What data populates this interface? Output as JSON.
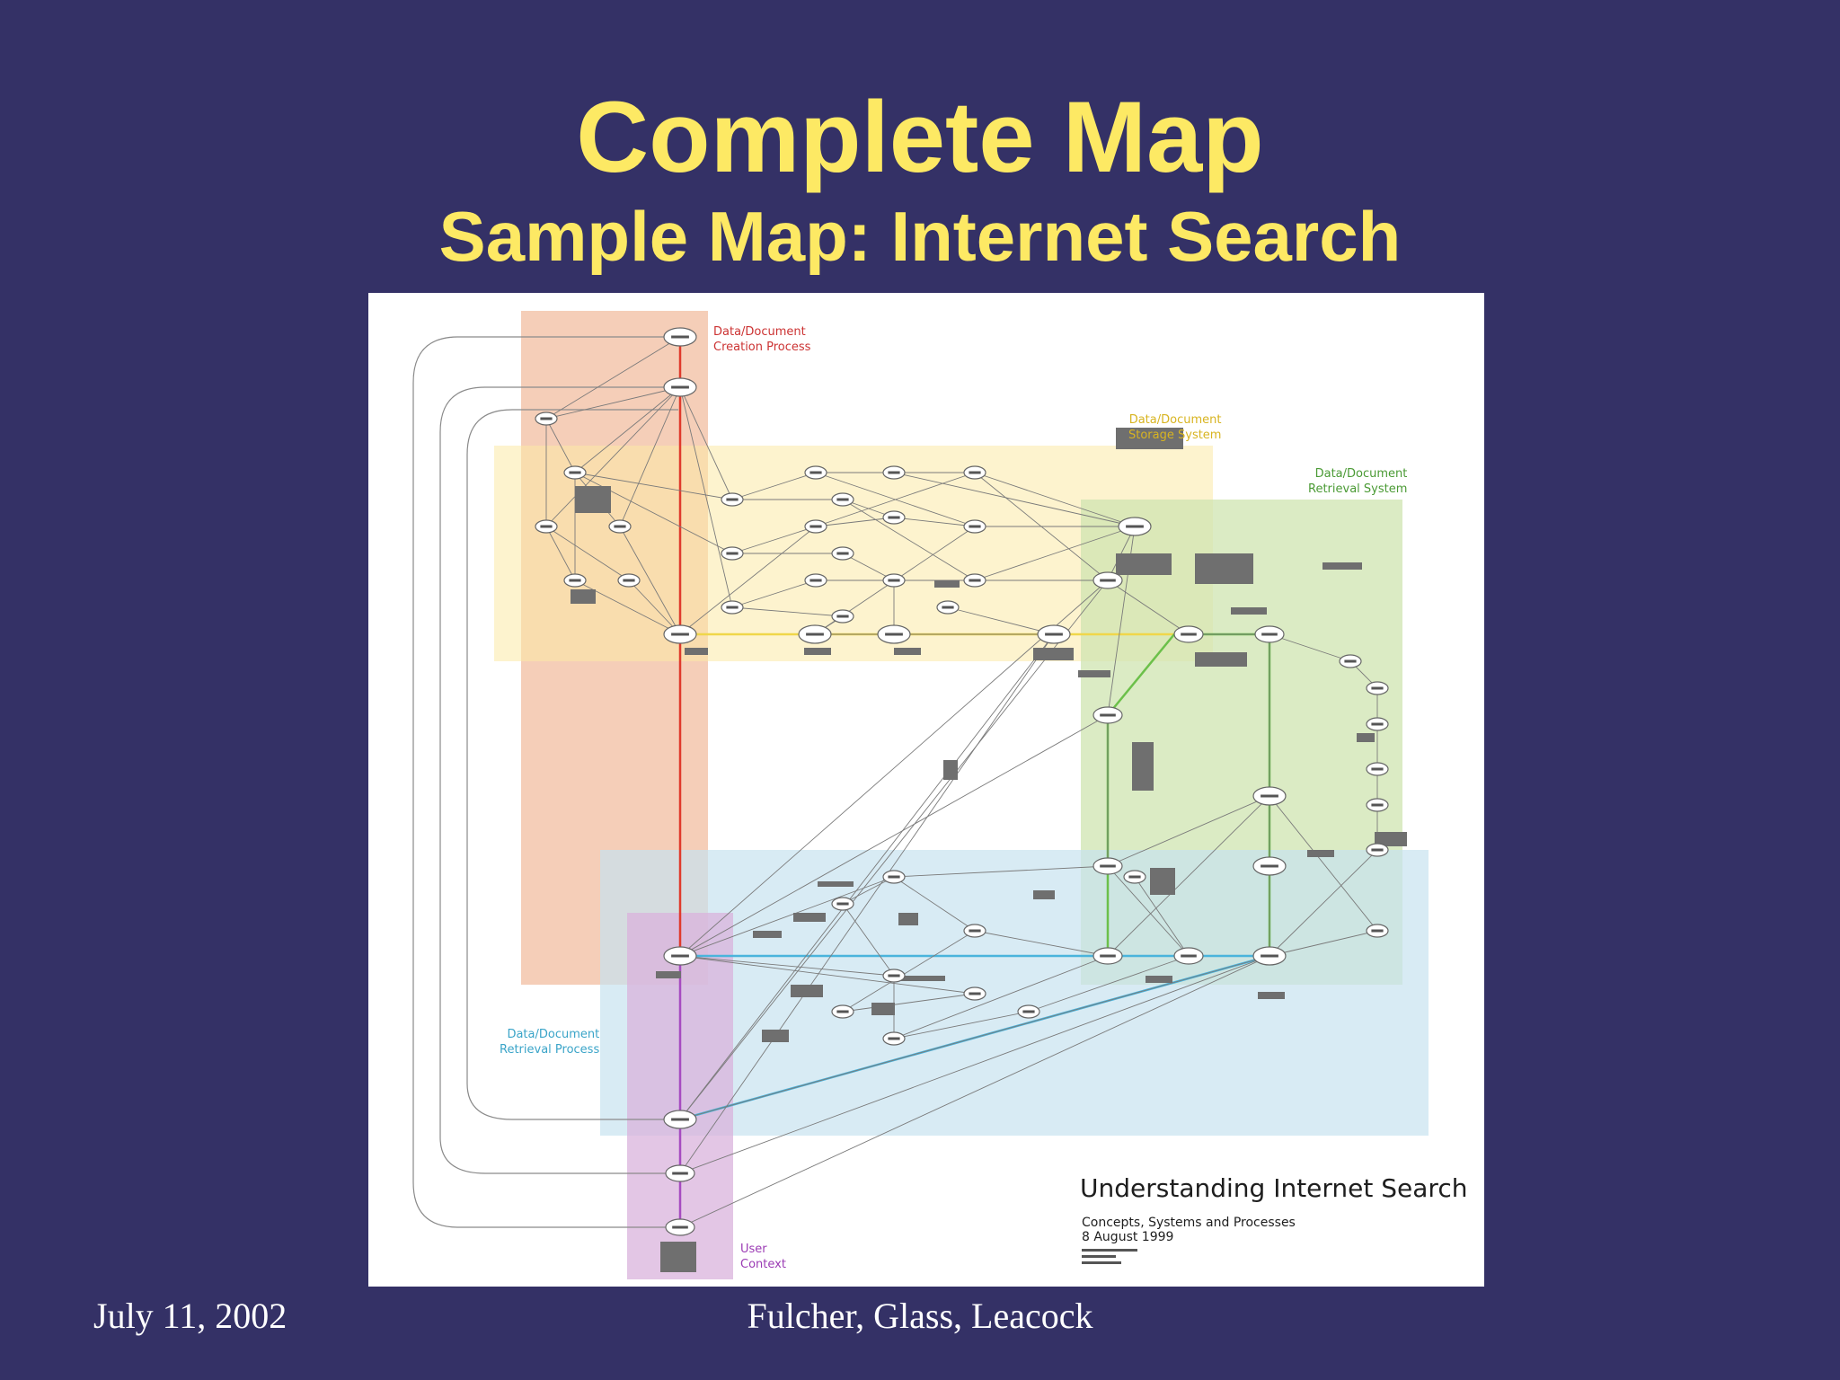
{
  "slide": {
    "title": "Complete Map",
    "subtitle": "Sample Map: Internet Search"
  },
  "map": {
    "regions": {
      "creation": "Data/Document\nCreation Process",
      "storage": "Data/Document\nStorage System",
      "retrieval_system": "Data/Document\nRetrieval System",
      "retrieval_process": "Data/Document\nRetrieval Process",
      "user_context": "User\nContext"
    },
    "poster": {
      "title": "Understanding Internet Search",
      "subtitle": "Concepts, Systems and Processes",
      "date": "8 August 1999"
    },
    "colors": {
      "creation": "#f4c9b0",
      "storage": "#fbf1c6",
      "retrieval_system": "#d8eac0",
      "retrieval_process": "#d5e9f3",
      "user_context": "#e4c9e6",
      "creation_line": "#e03a2c",
      "storage_line": "#f0d64a",
      "retrieval_line": "#6cc04a",
      "process_line": "#4ab4dc",
      "user_line": "#a64bc0"
    }
  },
  "footer": {
    "date": "July 11, 2002",
    "authors": "Fulcher, Glass, Leacock"
  }
}
